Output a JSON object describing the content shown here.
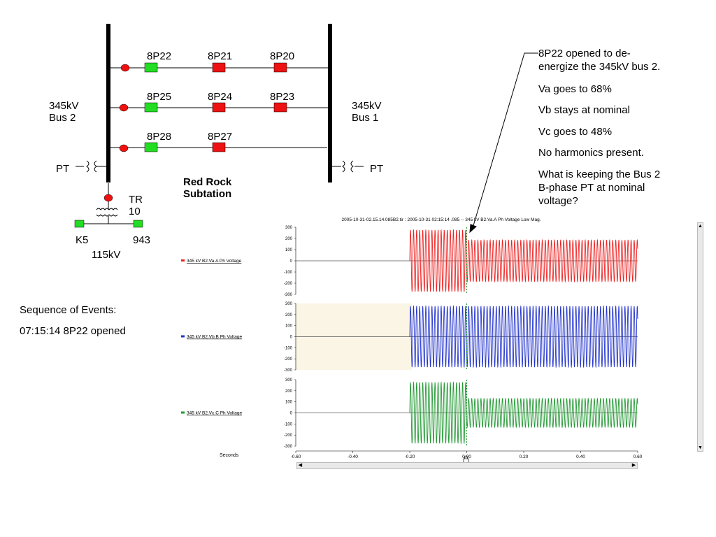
{
  "diagram": {
    "breakers": [
      {
        "label": "8P22",
        "color": "green"
      },
      {
        "label": "8P21",
        "color": "red"
      },
      {
        "label": "8P20",
        "color": "red"
      },
      {
        "label": "8P25",
        "color": "green"
      },
      {
        "label": "8P24",
        "color": "red"
      },
      {
        "label": "8P23",
        "color": "red"
      },
      {
        "label": "8P28",
        "color": "green"
      },
      {
        "label": "8P27",
        "color": "red"
      }
    ],
    "bus2_label_line1": "345kV",
    "bus2_label_line2": "Bus 2",
    "bus1_label_line1": "345kV",
    "bus1_label_line2": "Bus 1",
    "pt_left": "PT",
    "pt_right": "PT",
    "tr_label_line1": "TR",
    "tr_label_line2": "10",
    "k5_label": "K5",
    "b943_label": "943",
    "kv115_label": "115kV",
    "substation_line1": "Red Rock",
    "substation_line2": "Subtation",
    "colors": {
      "green": "#22dd22",
      "red": "#ee1111",
      "bus": "#000000"
    }
  },
  "sequence": {
    "title": "Sequence of Events:",
    "event": "07:15:14  8P22 opened"
  },
  "notes": [
    "8P22 opened to de-",
    "energize the 345kV bus 2.",
    "Va goes to 68%",
    "Vb stays at nominal",
    "Vc goes to 48%",
    "No harmonics present.",
    "What is keeping the Bus 2",
    "B-phase PT at nominal",
    "voltage?"
  ],
  "chart_data": {
    "type": "line",
    "title": "2005-10-31-02.15.14.085B2.tir : 2005-10-31 02:15:14 .085 -- 345 kV B2.Va.A Ph Voltage Low Mag.",
    "xlabel": "Seconds",
    "xlim": [
      -0.6,
      0.6
    ],
    "x_ticks": [
      "-0.60",
      "-0.40",
      "-0.20",
      "0.00",
      "0.20",
      "0.40",
      "0.60"
    ],
    "ylim": [
      -300,
      300
    ],
    "y_ticks": [
      "300",
      "200",
      "100",
      "0",
      "-100",
      "-200",
      "-300"
    ],
    "trigger_x": 0.0,
    "series": [
      {
        "name": "345 kV B2.Va.A Ph Voltage",
        "color": "#ee2222",
        "start_x": -0.2,
        "pre_amplitude": 275,
        "post_amplitude": 185
      },
      {
        "name": "345 kV B2.Vb.B Ph Voltage",
        "color": "#2233cc",
        "start_x": -0.2,
        "pre_amplitude": 275,
        "post_amplitude": 275
      },
      {
        "name": "345 kV B2.Vc.C Ph Voltage",
        "color": "#229933",
        "start_x": -0.2,
        "pre_amplitude": 275,
        "post_amplitude": 130
      }
    ]
  }
}
